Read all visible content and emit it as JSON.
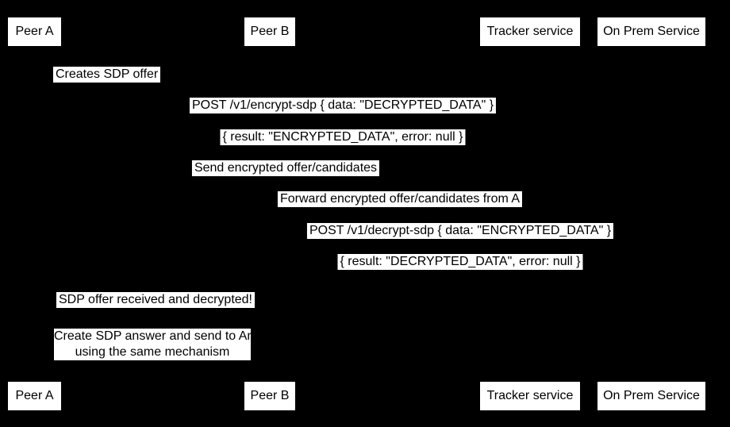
{
  "colors": {
    "background": "#000000",
    "box_fill": "#ffffff",
    "text": "#000000"
  },
  "actors": [
    {
      "label": "Peer A"
    },
    {
      "label": "Peer B"
    },
    {
      "label": "Tracker service"
    },
    {
      "label": "On Prem Service"
    }
  ],
  "messages": [
    {
      "text": "Creates SDP offer"
    },
    {
      "text": "POST /v1/encrypt-sdp { data: \"DECRYPTED_DATA\" }"
    },
    {
      "text": "{ result: \"ENCRYPTED_DATA\", error: null }"
    },
    {
      "text": "Send encrypted offer/candidates"
    },
    {
      "text": "Forward encrypted offer/candidates from A"
    },
    {
      "text": "POST /v1/decrypt-sdp { data: \"ENCRYPTED_DATA\" }"
    },
    {
      "text": "{ result: \"DECRYPTED_DATA\", error: null }"
    },
    {
      "text": "SDP offer received and decrypted!"
    }
  ],
  "note": {
    "line1": "Create SDP answer and send to An",
    "line2": "using the same mechanism"
  }
}
